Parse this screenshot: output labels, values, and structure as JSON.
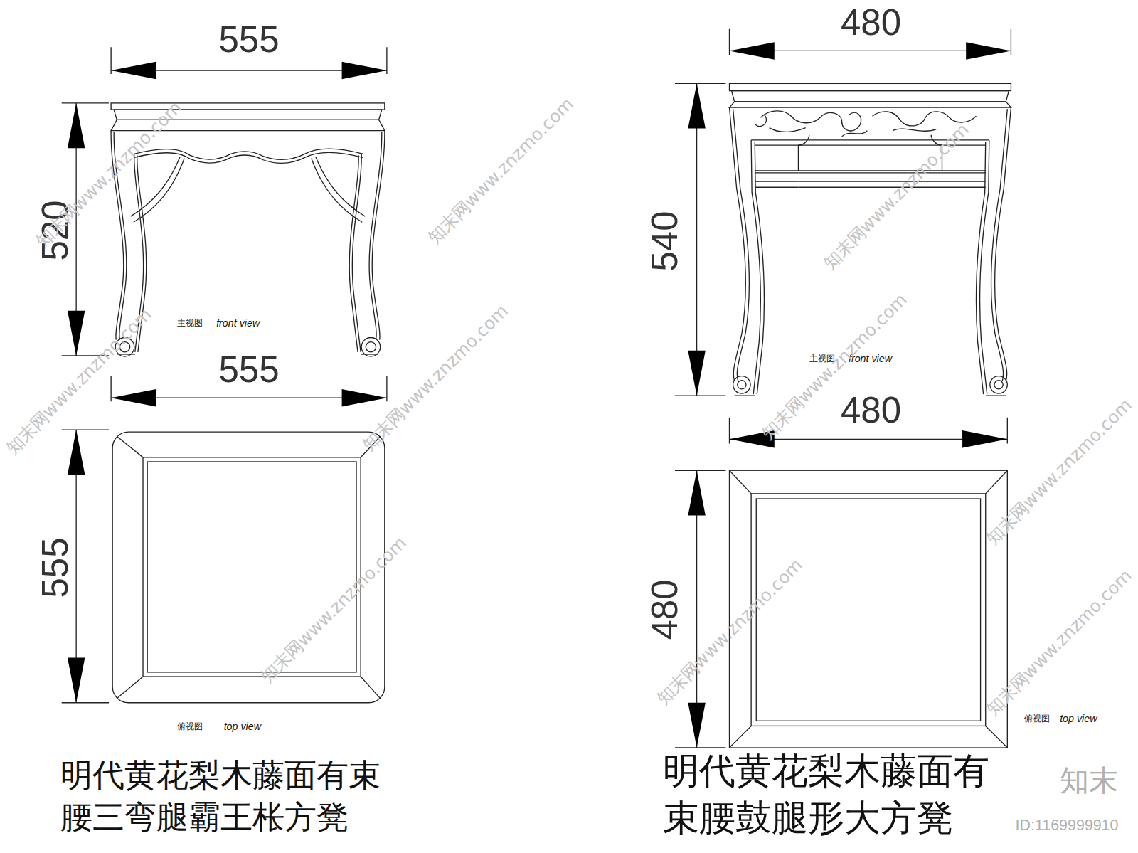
{
  "diagram": {
    "labels": [
      "555",
      "520",
      "主视图",
      "front view",
      "555",
      "555",
      "俯视图",
      "top view",
      "明代黄花梨木藤面有束 腰三弯腿霸王枨方凳",
      "480",
      "540",
      "主视图",
      "front view",
      "480",
      "480",
      "俯视图",
      "top view",
      "明代黄花梨木藤面有 束腰鼓腿形大方凳",
      "知末网www.znzmo.com",
      "知末网www.znzmo.com",
      "知末网www.znzmo.com",
      "知末网www.znzmo.com",
      "知末网www.znzmo.com",
      "知末网www.znzmo.com",
      "知末网www.znzmo.com",
      "知末网www.znzmo.com",
      "知末网www.znzmo.com",
      "知末网www.znzmo.com",
      "知末",
      "ID:1169999910"
    ]
  }
}
